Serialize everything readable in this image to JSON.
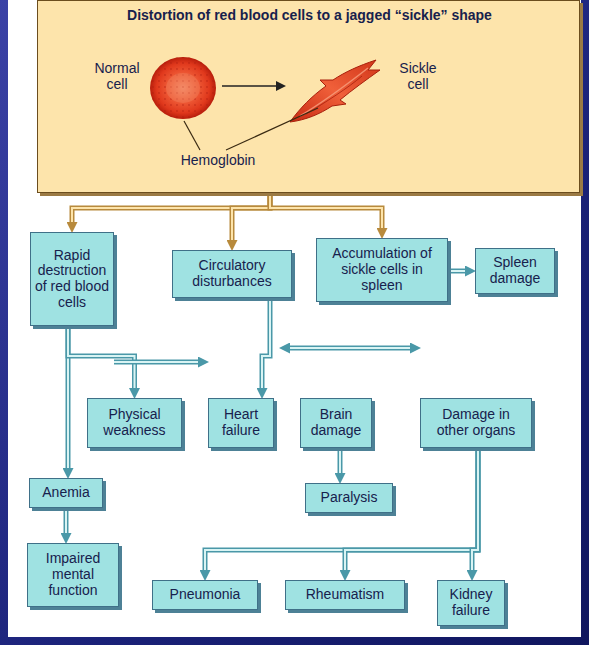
{
  "diagram": {
    "nodes": [
      {
        "text": [
          "Distortion of red blood cells to a jagged “sickle” shape",
          "Normal cell",
          "Sickle cell",
          "Hemoglobin"
        ]
      },
      {
        "text": [
          "Rapid destruction of red blood cells"
        ]
      },
      {
        "text": [
          "Circulatory disturbances"
        ]
      },
      {
        "text": [
          "Accumulation of sickle cells in spleen"
        ]
      },
      {
        "text": [
          "Spleen damage"
        ]
      },
      {
        "text": [
          "Physical weakness"
        ]
      },
      {
        "text": [
          "Heart failure"
        ]
      },
      {
        "text": [
          "Brain damage"
        ]
      },
      {
        "text": [
          "Damage in other organs"
        ]
      },
      {
        "text": [
          "Anemia"
        ]
      },
      {
        "text": [
          "Paralysis"
        ]
      },
      {
        "text": [
          "Impaired mental function"
        ]
      },
      {
        "text": [
          "Pneumonia"
        ]
      },
      {
        "text": [
          "Rheumatism"
        ]
      },
      {
        "text": [
          "Kidney failure"
        ]
      }
    ],
    "edges": [
      {
        "from": 0,
        "to": 1,
        "arrow": "to"
      },
      {
        "from": 0,
        "to": 2,
        "arrow": "to"
      },
      {
        "from": 0,
        "to": 3,
        "arrow": "to"
      },
      {
        "from": 3,
        "to": 4,
        "arrow": "to"
      },
      {
        "from": 1,
        "to": 9,
        "arrow": "to"
      },
      {
        "from": 1,
        "to": 5,
        "arrow": "to"
      },
      {
        "from": 1,
        "to": 6,
        "arrow": "to"
      },
      {
        "from": 2,
        "to": 6,
        "arrow": "to"
      },
      {
        "from": 2,
        "to": 7,
        "arrow": "to"
      },
      {
        "from": 2,
        "to": 8,
        "arrow": "to"
      },
      {
        "from": 9,
        "to": 11,
        "arrow": "to"
      },
      {
        "from": 7,
        "to": 10,
        "arrow": "to"
      },
      {
        "from": 8,
        "to": 12,
        "arrow": "to"
      },
      {
        "from": 8,
        "to": 13,
        "arrow": "to"
      },
      {
        "from": 8,
        "to": 14,
        "arrow": "to"
      }
    ]
  }
}
